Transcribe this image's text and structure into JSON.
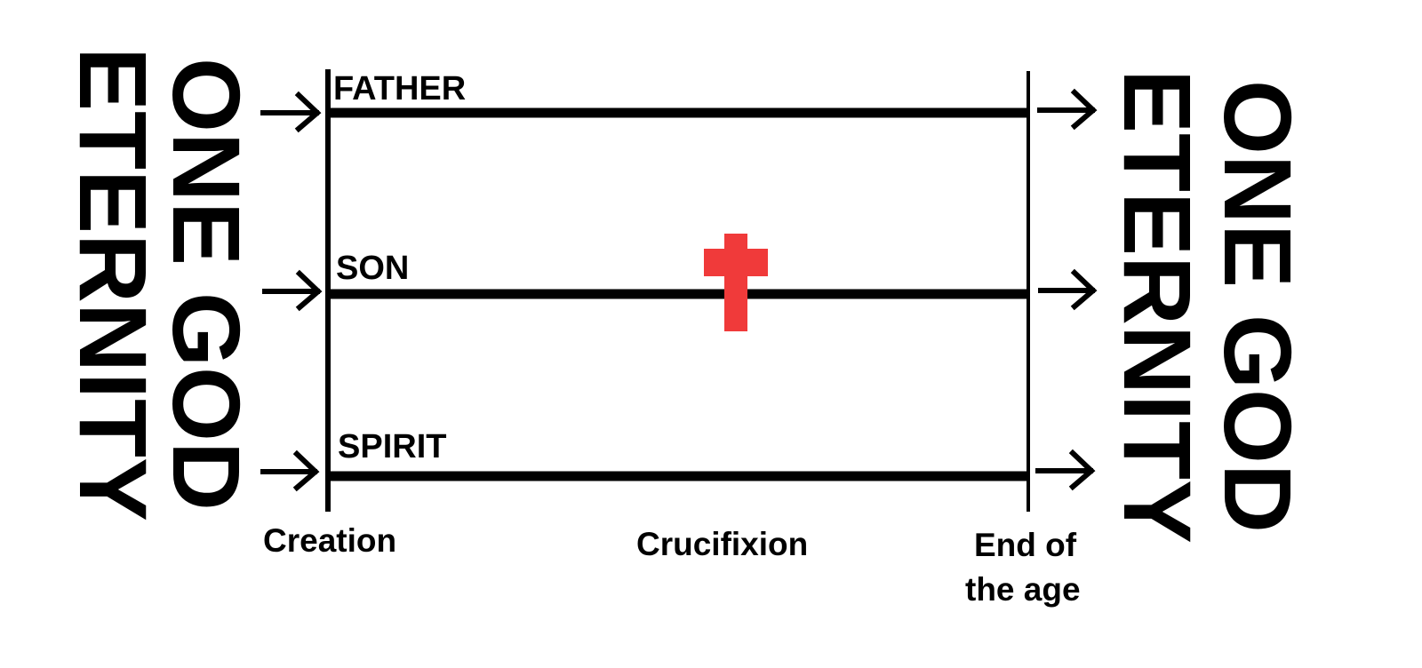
{
  "left_side": {
    "outer_label": "ETERNITY",
    "inner_label": "ONE GOD"
  },
  "right_side": {
    "inner_label": "ETERNITY",
    "outer_label": "ONE GOD"
  },
  "lanes": [
    {
      "label": "FATHER"
    },
    {
      "label": "SON"
    },
    {
      "label": "SPIRIT"
    }
  ],
  "events": {
    "start": "Creation",
    "middle": "Crucifixion",
    "end_line1": "End of",
    "end_line2": "the age"
  },
  "colors": {
    "line": "#000000",
    "cross": "#f03a3a",
    "background": "#ffffff"
  },
  "icons": {
    "cross": "cross-icon",
    "arrow": "right-arrow-icon"
  }
}
